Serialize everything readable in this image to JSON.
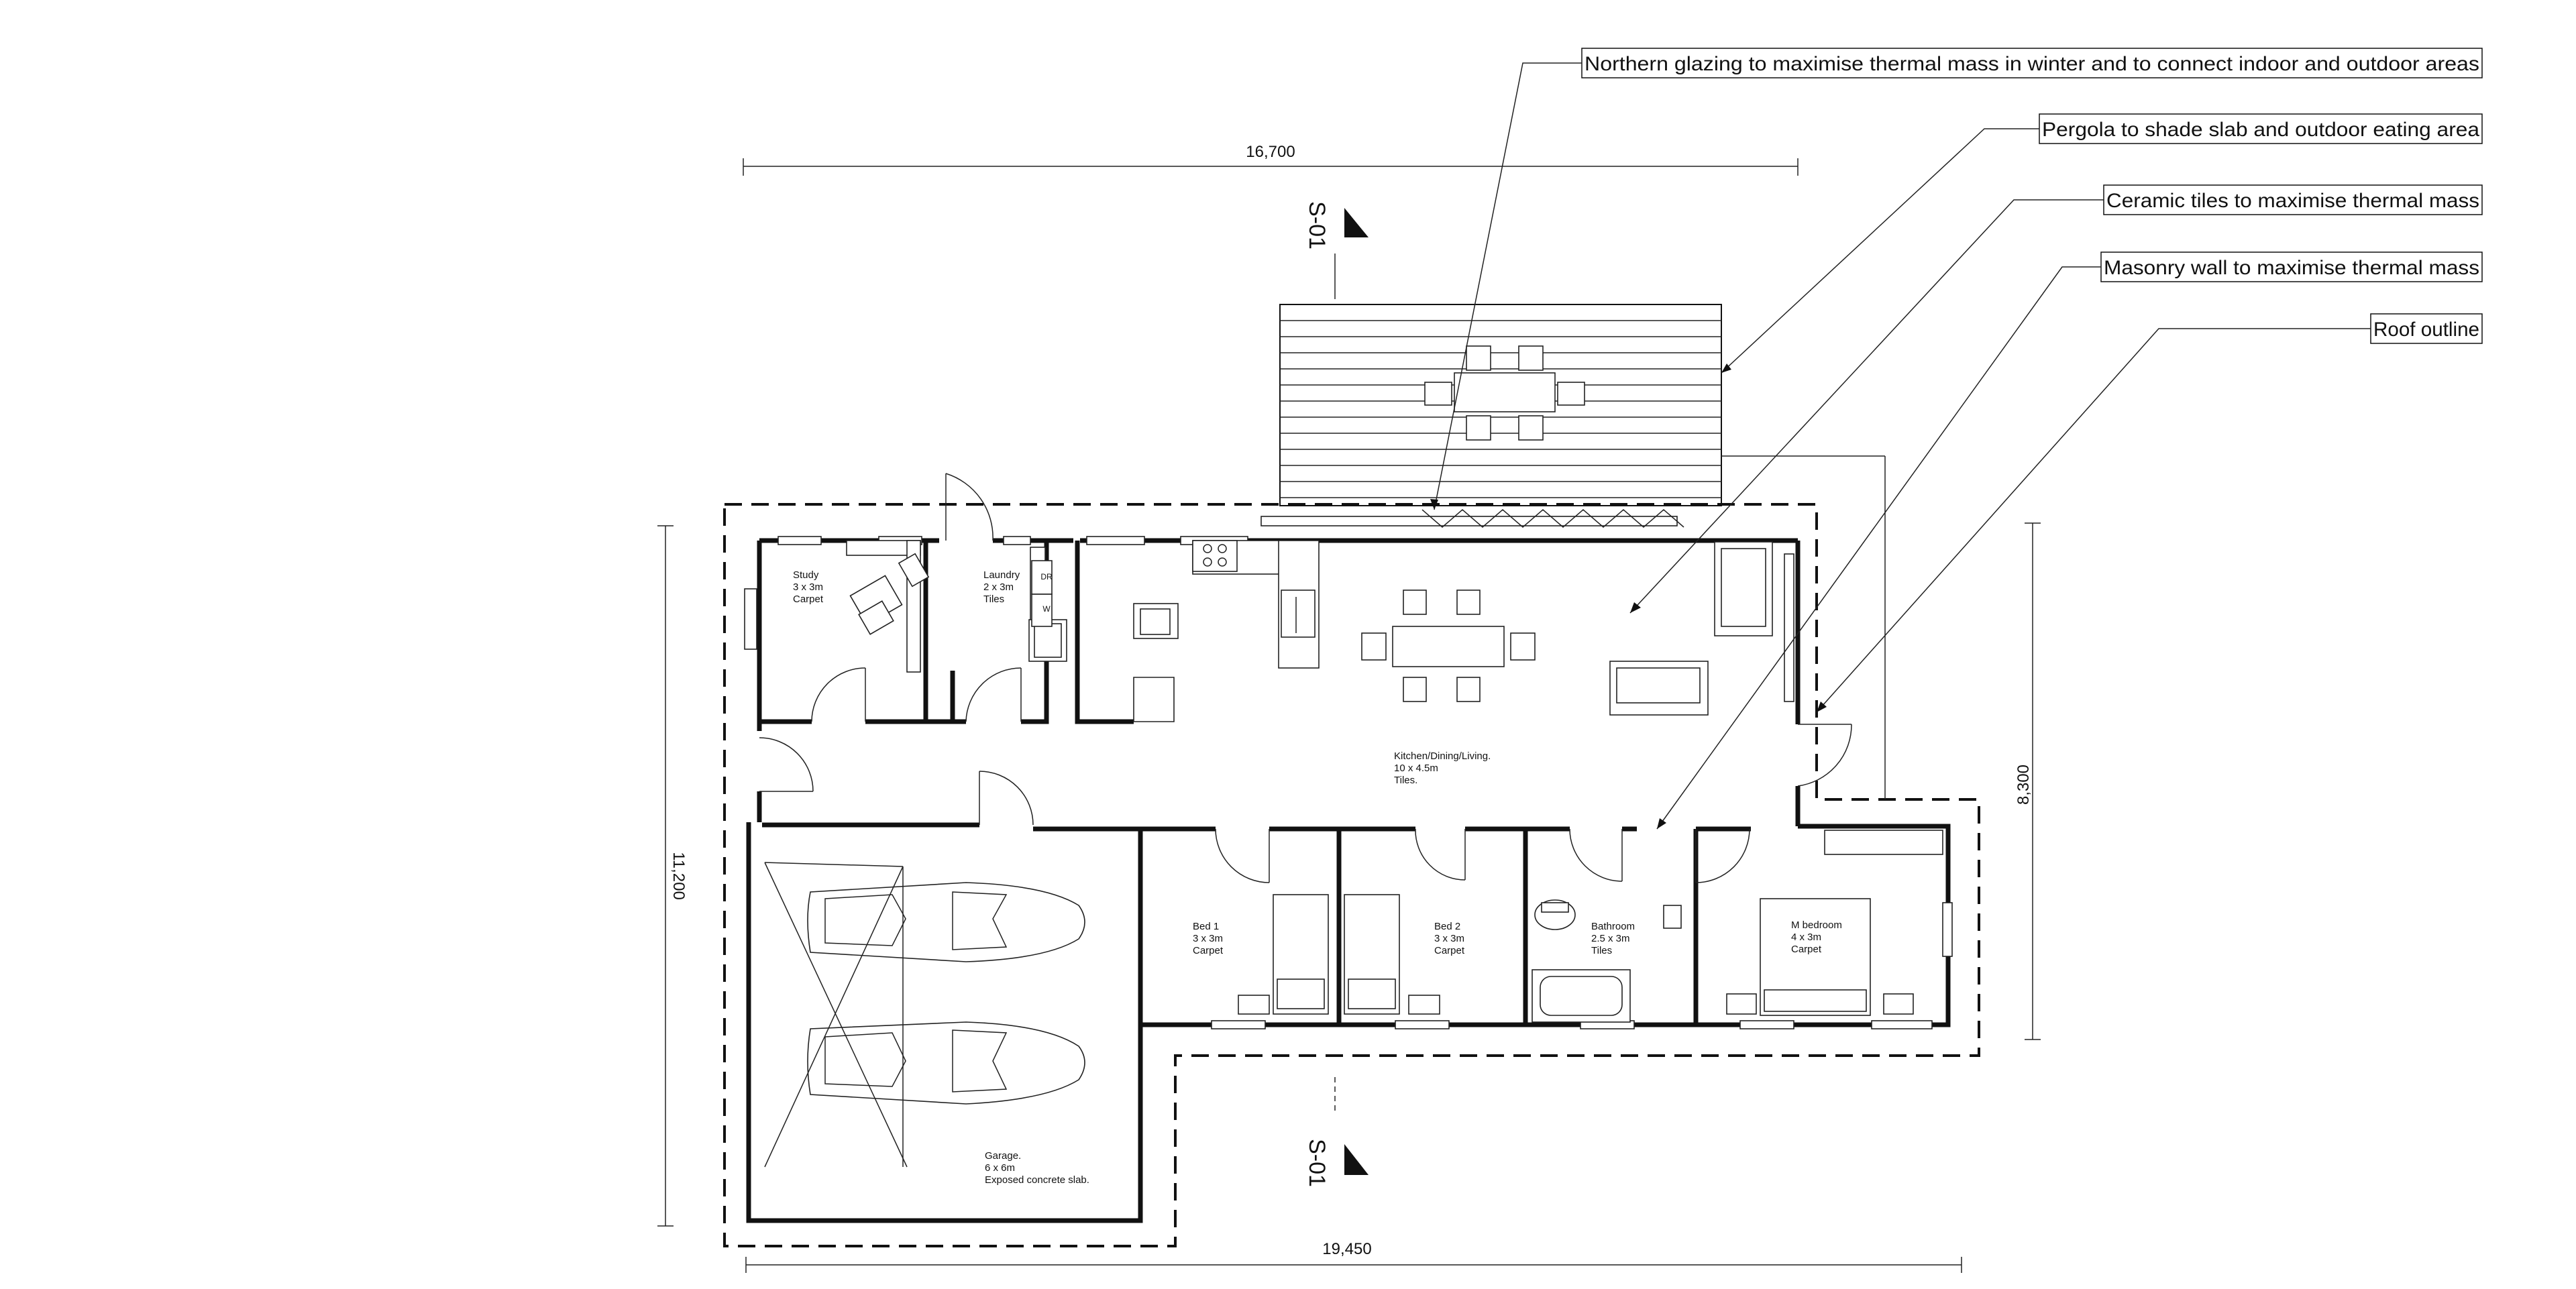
{
  "callouts": [
    "Northern glazing to maximise thermal mass in winter and to connect indoor and outdoor areas",
    "Pergola to shade slab and outdoor eating area",
    "Ceramic tiles to maximise thermal mass",
    "Masonry wall to maximise thermal mass",
    "Roof outline"
  ],
  "dimensions": {
    "top": "16,700",
    "bottom": "19,450",
    "left": "11,200",
    "right": "8,300"
  },
  "section_marks": {
    "top": "S-01",
    "bottom": "S-01"
  },
  "rooms": {
    "study": [
      "Study",
      "3 x 3m",
      "Carpet"
    ],
    "laundry": [
      "Laundry",
      "2 x 3m",
      "Tiles"
    ],
    "appliances": {
      "dryer": "DR",
      "washer": "W"
    },
    "living": [
      "Kitchen/Dining/Living.",
      "10 x 4.5m",
      "Tiles."
    ],
    "bed1": [
      "Bed 1",
      "3 x 3m",
      "Carpet"
    ],
    "bed2": [
      "Bed 2",
      "3 x 3m",
      "Carpet"
    ],
    "bathroom": [
      "Bathroom",
      "2.5 x 3m",
      "Tiles"
    ],
    "master": [
      "M bedroom",
      "4 x 3m",
      "Carpet"
    ],
    "garage": [
      "Garage.",
      "6 x 6m",
      "Exposed concrete slab."
    ]
  }
}
